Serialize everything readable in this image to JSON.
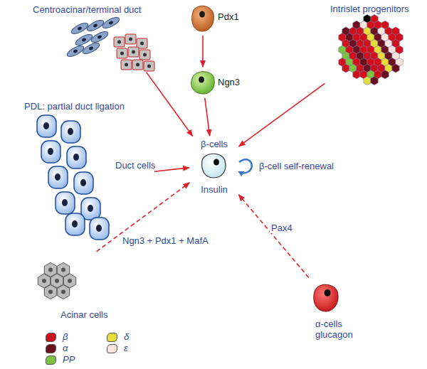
{
  "diagram": {
    "nodes": [
      {
        "text": [
          "Centroacinar/terminal duct"
        ]
      },
      {
        "text": [
          "Pdx1"
        ]
      },
      {
        "text": [
          "Intrislet progenitors"
        ]
      },
      {
        "text": [
          "Ngn3"
        ]
      },
      {
        "text": [
          "PDL: partial duct ligation"
        ]
      },
      {
        "text": [
          "β-cells",
          "Insulin"
        ]
      },
      {
        "text": [
          "Acinar cells"
        ]
      },
      {
        "text": [
          "α-cells glucagon"
        ]
      }
    ],
    "edges": [
      {
        "from": 0,
        "to": 5,
        "arrow": "to"
      },
      {
        "from": 1,
        "to": 3,
        "arrow": "to"
      },
      {
        "from": 3,
        "to": 5,
        "arrow": "to"
      },
      {
        "from": 2,
        "to": 5,
        "arrow": "to"
      },
      {
        "from": 4,
        "to": 5,
        "arrow": "to",
        "label": "Duct cells"
      },
      {
        "from": 6,
        "to": 5,
        "arrow": "to",
        "label": "Ngn3 + Pdx1 + MafA"
      },
      {
        "from": 7,
        "to": 5,
        "arrow": "to",
        "label": "Pax4"
      }
    ],
    "labels": [
      "β-cell self-renewal"
    ],
    "legend": [
      {
        "text": "β",
        "color": "#d0101c"
      },
      {
        "text": "α",
        "color": "#6b1020"
      },
      {
        "text": "PP",
        "color": "#7cc243"
      },
      {
        "text": "δ",
        "color": "#e6dc3c"
      },
      {
        "text": "ε",
        "color": "#f7e4dc"
      }
    ]
  }
}
